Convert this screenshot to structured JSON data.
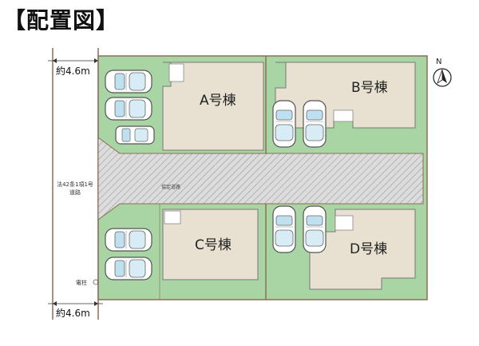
{
  "title": "【配置図】",
  "road": {
    "width_top": "約4.6m",
    "width_bottom": "約4.6m",
    "public_road_line1": "法42条1項1号",
    "public_road_line2": "道路",
    "private_road": "協定道路",
    "pole": "電柱"
  },
  "buildings": [
    {
      "id": "A",
      "label": "A号棟"
    },
    {
      "id": "B",
      "label": "B号棟"
    },
    {
      "id": "C",
      "label": "C号棟"
    },
    {
      "id": "D",
      "label": "D号棟"
    }
  ],
  "compass": {
    "north": "N"
  },
  "colors": {
    "lot_green": "#a9d4a3",
    "building_beige": "#e8e1d1",
    "road_gray": "#d2d2d2",
    "border_brown": "#8b6e57"
  }
}
